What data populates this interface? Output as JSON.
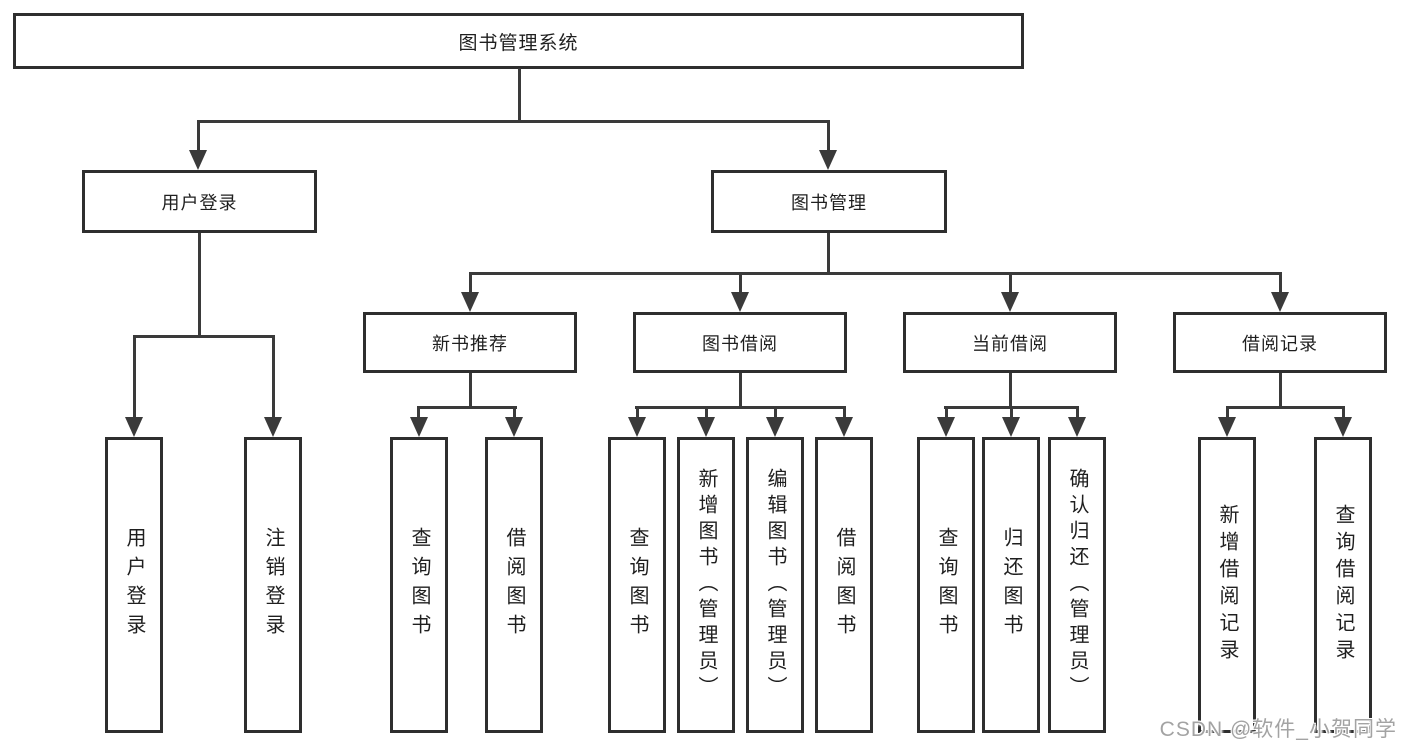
{
  "colors": {
    "line": "#3a3a3a",
    "box_border": "#2e2e2e",
    "text": "#1f1f1f",
    "background": "#ffffff",
    "watermark_text": "#a3a3a3"
  },
  "watermark": {
    "label": "CSDN @软件_小贺同学"
  },
  "tree": {
    "root": {
      "label": "图书管理系统"
    },
    "level1": [
      {
        "label": "用户登录"
      },
      {
        "label": "图书管理"
      }
    ],
    "level2": [
      {
        "label": "新书推荐"
      },
      {
        "label": "图书借阅"
      },
      {
        "label": "当前借阅"
      },
      {
        "label": "借阅记录"
      }
    ],
    "leaves": [
      {
        "label": "用户登录"
      },
      {
        "label": "注销登录"
      },
      {
        "label": "查询图书"
      },
      {
        "label": "借阅图书"
      },
      {
        "label": "查询图书"
      },
      {
        "label": "新增图书（管理员）"
      },
      {
        "label": "编辑图书（管理员）"
      },
      {
        "label": "借阅图书"
      },
      {
        "label": "查询图书"
      },
      {
        "label": "归还图书"
      },
      {
        "label": "确认归还（管理员）"
      },
      {
        "label": "新增借阅记录"
      },
      {
        "label": "查询借阅记录"
      }
    ]
  }
}
